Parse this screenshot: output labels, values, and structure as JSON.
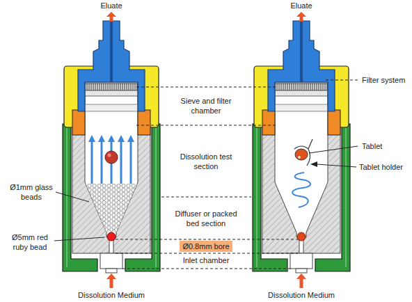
{
  "diagram": {
    "nodes": [
      {
        "text": [
          "Ø0.8mm bore"
        ]
      }
    ],
    "labels": [
      "Eluate",
      "Eluate",
      "Sieve and filter chamber",
      "Filter system",
      "Dissolution test section",
      "Tablet",
      "Tablet holder",
      "Ø1mm glass beads",
      "Diffuser or packed bed section",
      "Ø5mm red ruby bead",
      "Inlet chamber",
      "Dissolution Medium",
      "Dissolution Medium"
    ]
  }
}
